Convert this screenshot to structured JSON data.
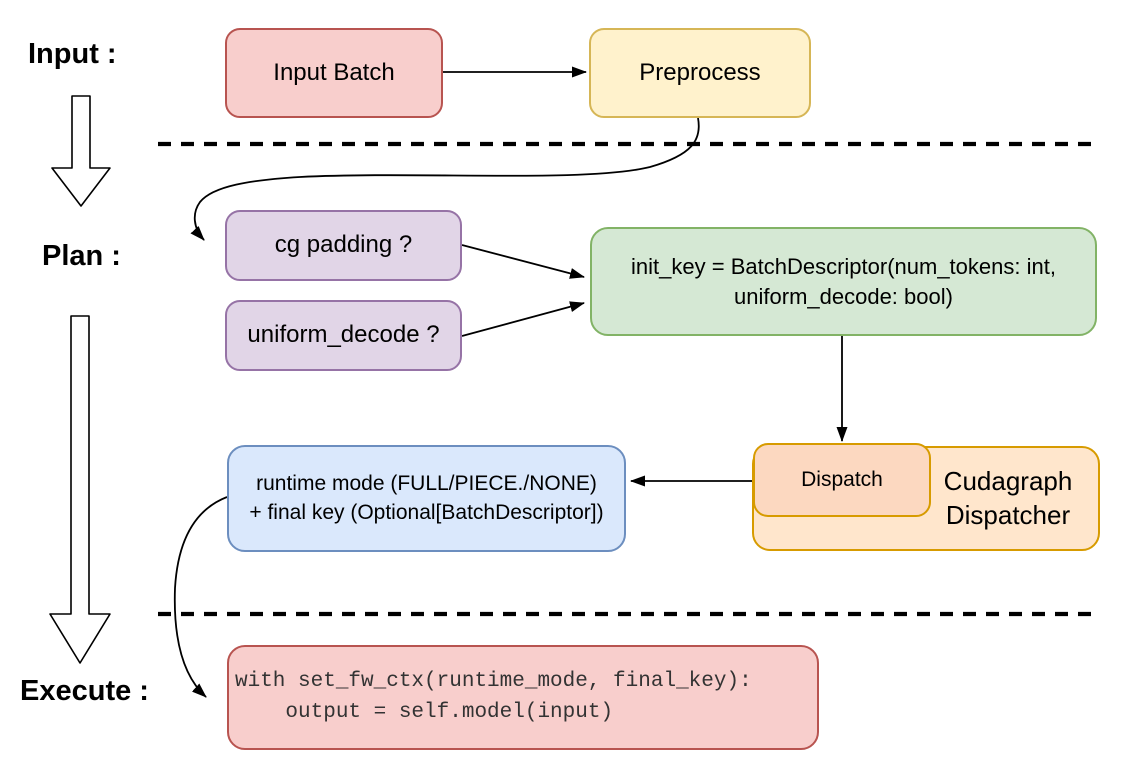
{
  "section_labels": {
    "input": "Input :",
    "plan": "Plan :",
    "execute": "Execute :"
  },
  "nodes": {
    "input_batch": "Input Batch",
    "preprocess": "Preprocess",
    "cg_padding": "cg padding ?",
    "uniform_decode": "uniform_decode ?",
    "init_key_line1": "init_key = BatchDescriptor(num_tokens: int,",
    "init_key_line2": "uniform_decode: bool)",
    "dispatch": "Dispatch",
    "cudagraph_line1": "Cudagraph",
    "cudagraph_line2": "Dispatcher",
    "runtime_line1": "runtime mode (FULL/PIECE./NONE)",
    "runtime_line2": "+ final key (Optional[BatchDescriptor])",
    "code_line1": "with set_fw_ctx(runtime_mode, final_key):",
    "code_line2": "    output = self.model(input)"
  },
  "palette": {
    "red_fill": "#F8CECC",
    "red_stroke": "#B85450",
    "yellow_fill": "#FFF2CC",
    "yellow_stroke": "#D6B656",
    "purple_fill": "#E1D5E7",
    "purple_stroke": "#9673A6",
    "green_fill": "#D5E8D4",
    "green_stroke": "#82B366",
    "blue_fill": "#DAE8FC",
    "blue_stroke": "#6C8EBF",
    "orange_light_fill": "#FFE6CC",
    "orange_dark_fill": "#FCD8C0",
    "orange_stroke": "#D79B00",
    "connector": "#000000",
    "code_text": "#333333"
  }
}
